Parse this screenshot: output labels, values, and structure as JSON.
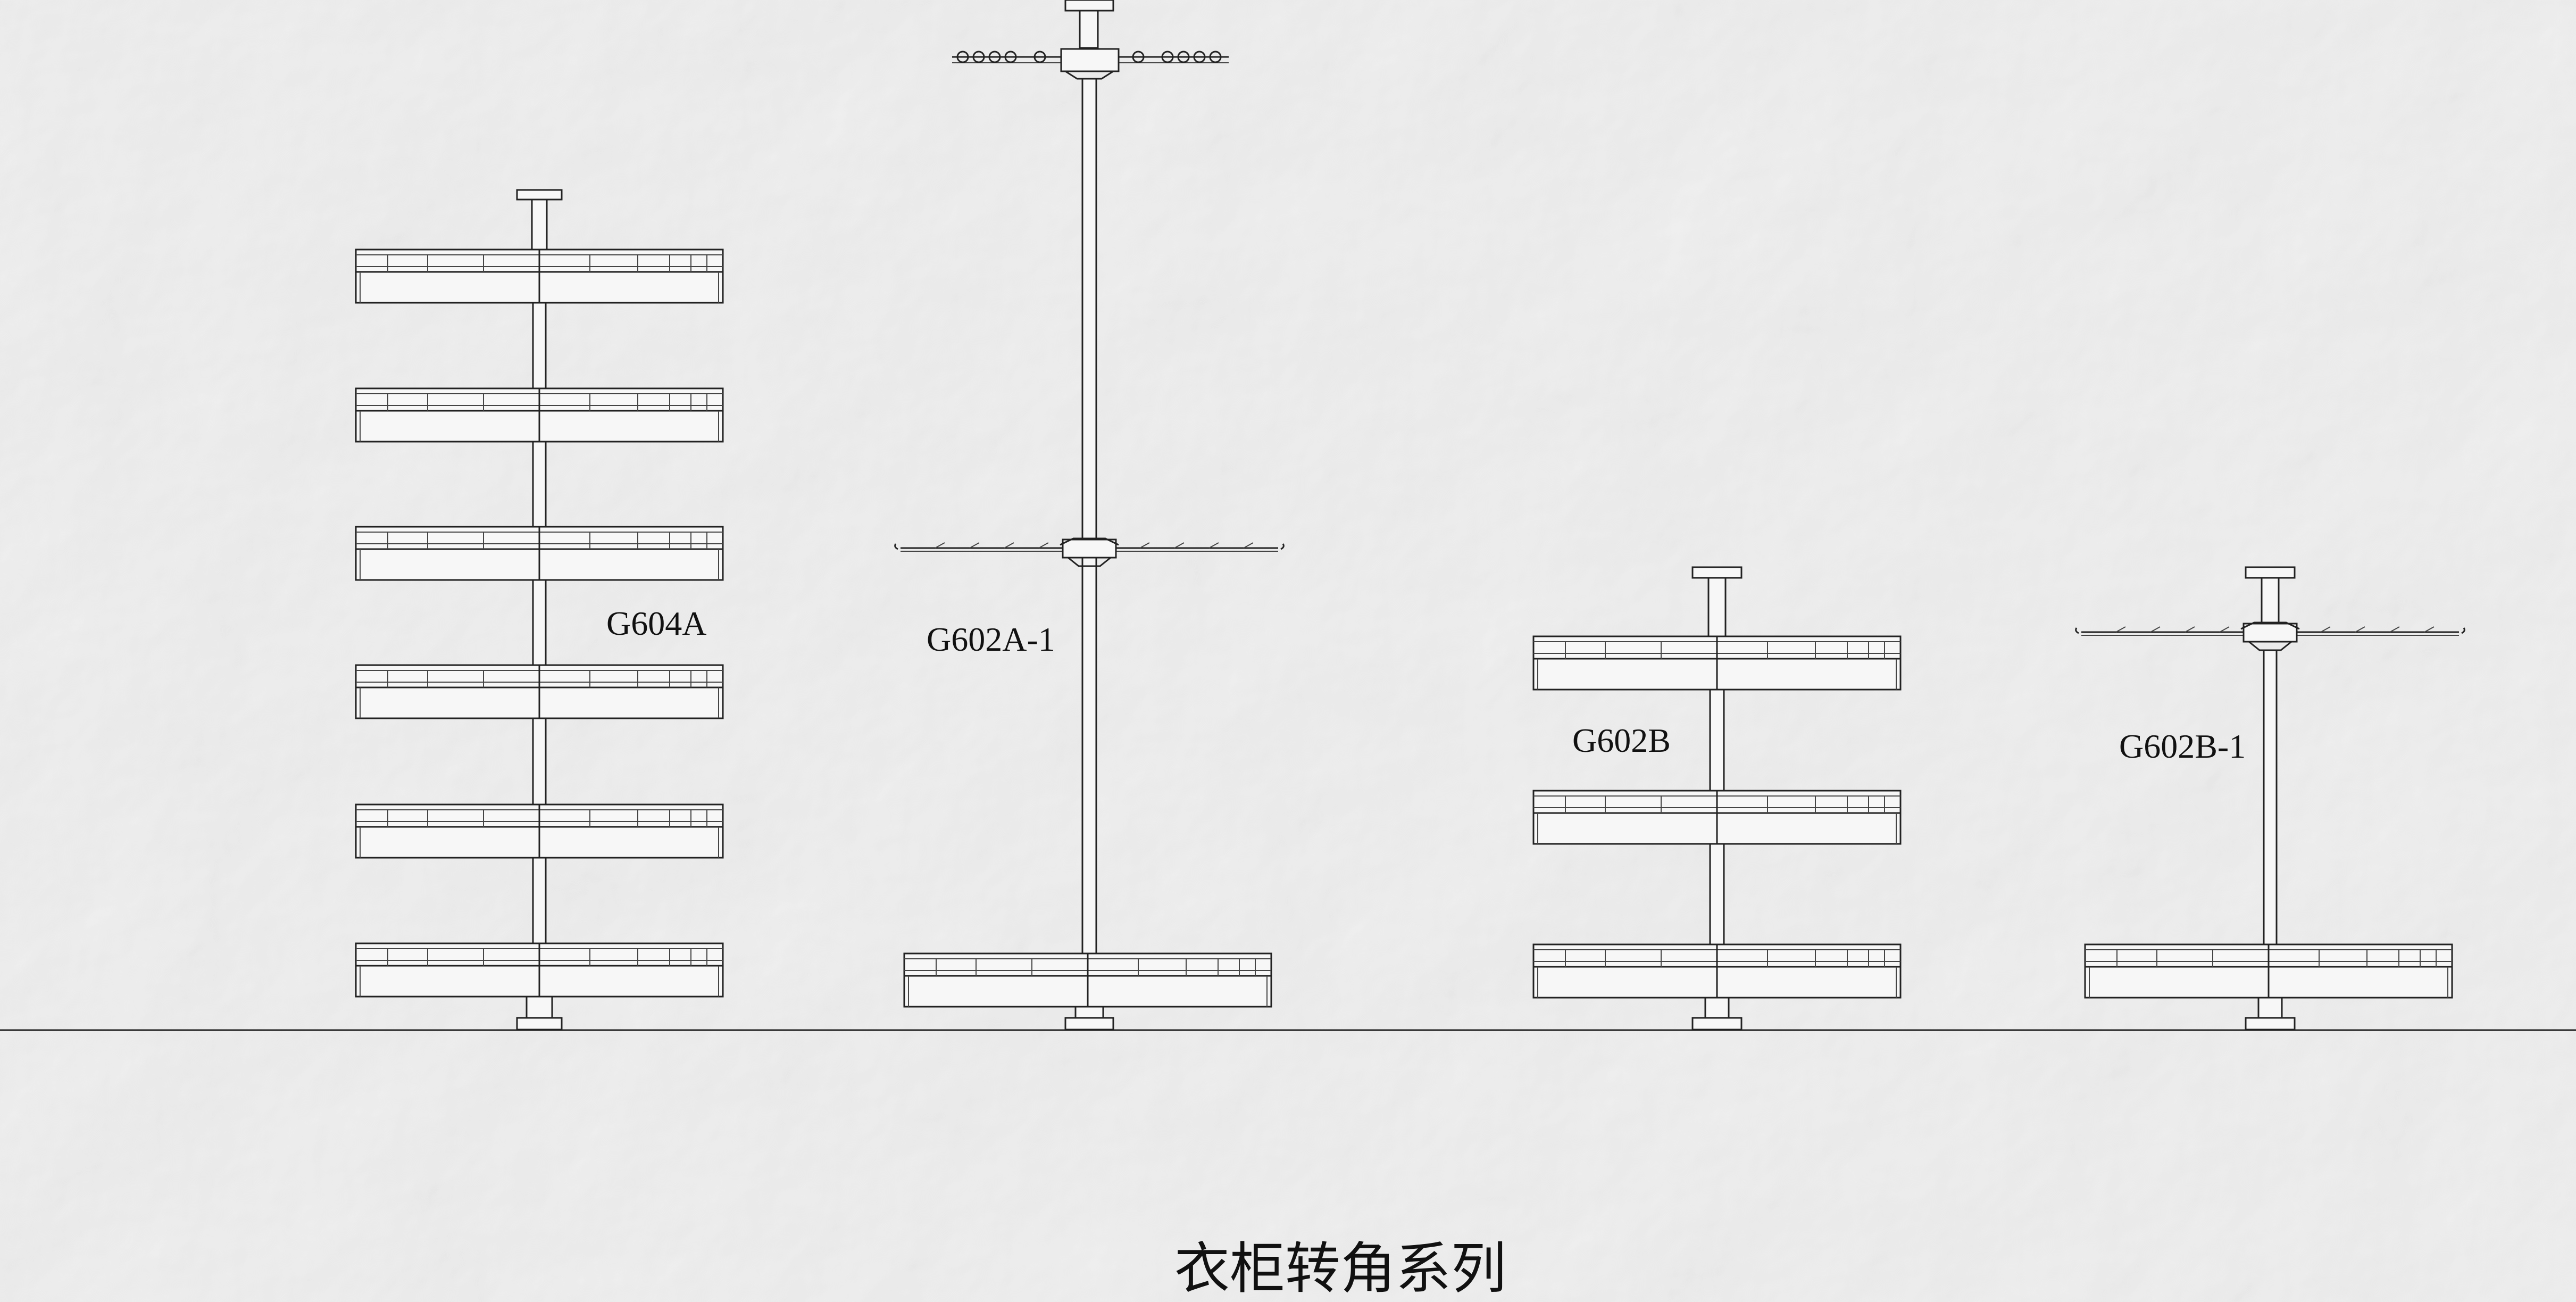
{
  "labels": {
    "g604a": "G604A",
    "g602a1": "G602A-1",
    "g602b": "G602B",
    "g602b1": "G602B-1"
  },
  "title": "衣柜转角系列",
  "colors": {
    "paper": "#f3f3f3",
    "line": "#222222",
    "text": "#111111"
  }
}
